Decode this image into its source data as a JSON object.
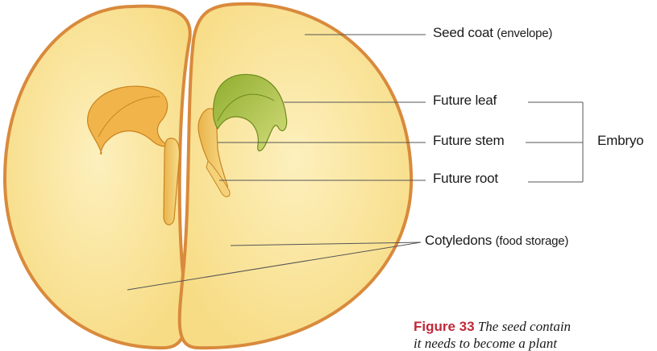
{
  "labels": {
    "seed_coat": "Seed coat",
    "seed_coat_note": "(envelope)",
    "future_leaf": "Future leaf",
    "future_stem": "Future stem",
    "future_root": "Future root",
    "embryo": "Embryo",
    "cotyledons": "Cotyledons",
    "cotyledons_note": "(food storage)"
  },
  "caption": {
    "figure_number": "Figure 33",
    "text": "The seed contain",
    "text_line2": "it needs to become a plant"
  },
  "colors": {
    "seed_coat": "#d98a3c",
    "cotyledon": "#fbe7a1",
    "leaf": "#a9c24a",
    "embryo": "#f0c060",
    "figure_number": "#c0283a"
  }
}
